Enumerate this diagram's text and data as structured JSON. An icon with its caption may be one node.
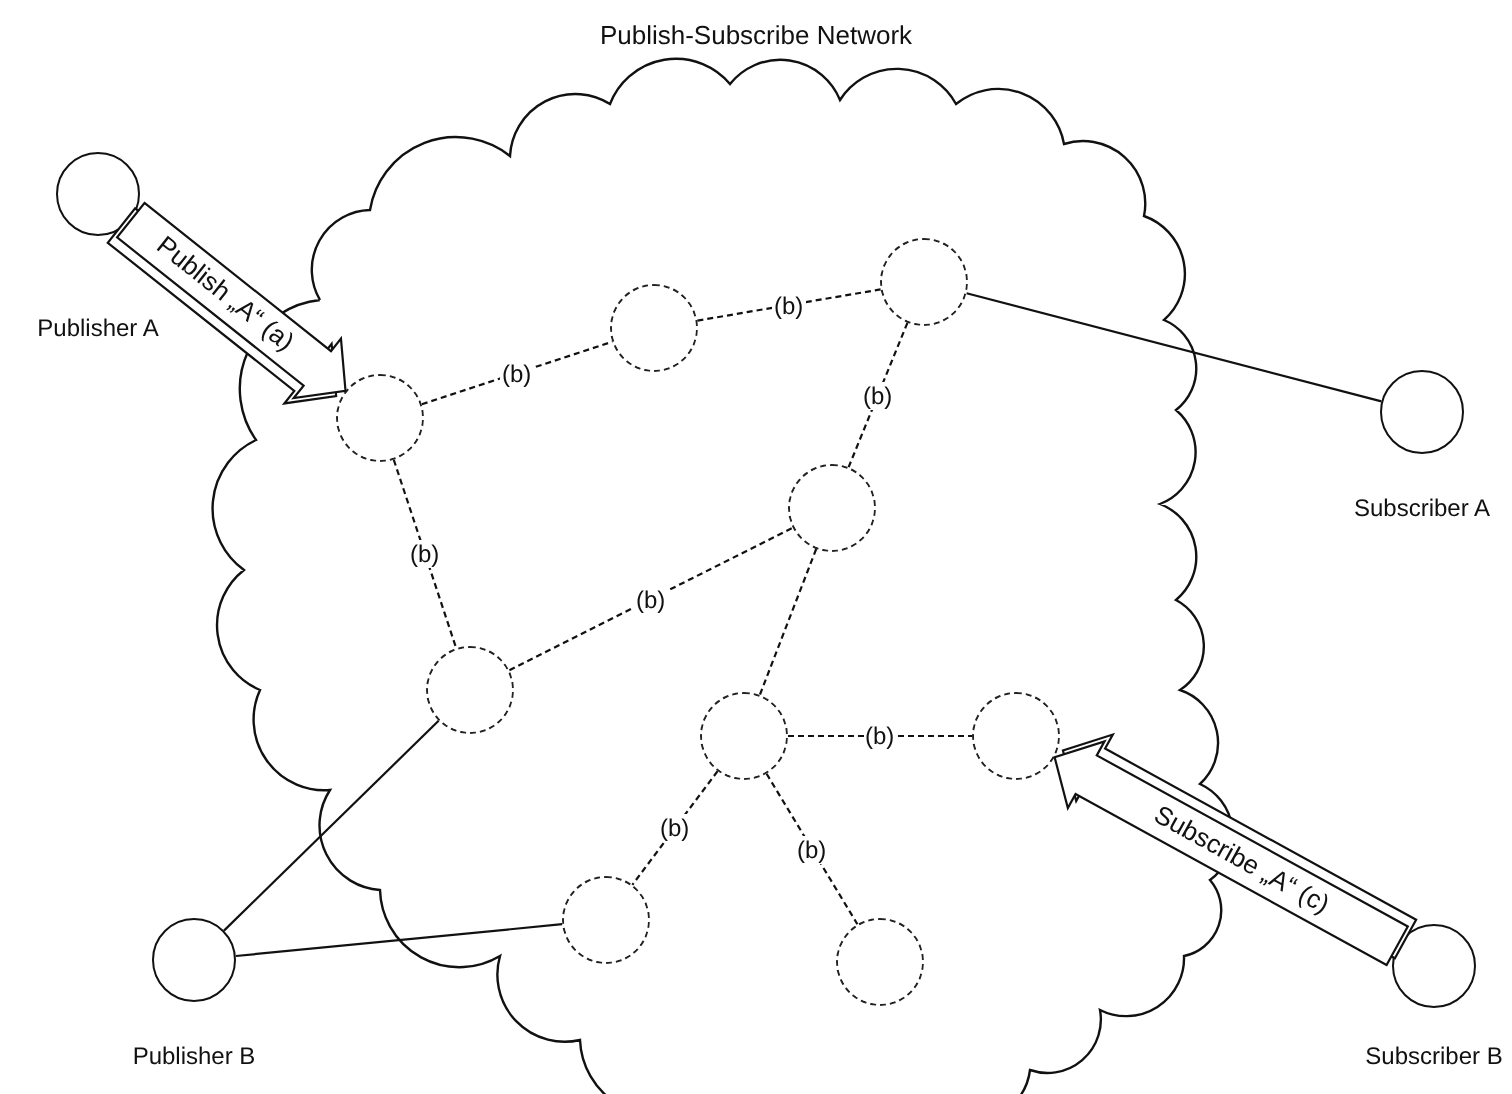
{
  "diagram": {
    "title": "Publish-Subscribe Network",
    "nodes": [
      {
        "text": [],
        "shape": "cloud"
      },
      {
        "text": [
          "Publisher A"
        ]
      },
      {
        "text": [
          "Subscriber A"
        ]
      },
      {
        "text": [
          "Publisher B"
        ]
      },
      {
        "text": [
          "Subscriber B"
        ]
      },
      {
        "text": [],
        "shape": "circle",
        "in": 0
      },
      {
        "text": [],
        "shape": "circle",
        "in": 0
      },
      {
        "text": [],
        "shape": "circle",
        "in": 0
      },
      {
        "text": [],
        "shape": "circle",
        "in": 0
      },
      {
        "text": [],
        "shape": "circle",
        "in": 0
      },
      {
        "text": [],
        "shape": "circle",
        "in": 0
      },
      {
        "text": [],
        "shape": "circle",
        "in": 0
      },
      {
        "text": [],
        "shape": "circle",
        "in": 0
      },
      {
        "text": [],
        "shape": "circle",
        "in": 0
      }
    ],
    "edges": [
      {
        "from": 1,
        "to": 5,
        "arrow": "to",
        "label": "Publish „A“ (a)",
        "style": "thick"
      },
      {
        "from": 5,
        "to": 6,
        "arrow": "none",
        "label": "(b)",
        "style": "dashed"
      },
      {
        "from": 6,
        "to": 7,
        "arrow": "none",
        "label": "(b)",
        "style": "dashed"
      },
      {
        "from": 7,
        "to": 8,
        "arrow": "none",
        "label": "(b)",
        "style": "dashed"
      },
      {
        "from": 5,
        "to": 9,
        "arrow": "none",
        "label": "(b)",
        "style": "dashed"
      },
      {
        "from": 9,
        "to": 8,
        "arrow": "none",
        "label": "(b)",
        "style": "dashed"
      },
      {
        "from": 8,
        "to": 10,
        "arrow": "none",
        "style": "dashed"
      },
      {
        "from": 10,
        "to": 11,
        "arrow": "none",
        "label": "(b)",
        "style": "dashed"
      },
      {
        "from": 10,
        "to": 12,
        "arrow": "none",
        "label": "(b)",
        "style": "dashed"
      },
      {
        "from": 10,
        "to": 13,
        "arrow": "none",
        "label": "(b)",
        "style": "dashed"
      },
      {
        "from": 7,
        "to": 2,
        "arrow": "none"
      },
      {
        "from": 9,
        "to": 3,
        "arrow": "none"
      },
      {
        "from": 12,
        "to": 3,
        "arrow": "none"
      },
      {
        "from": 4,
        "to": 11,
        "arrow": "to",
        "label": "Subscribe „A“ (c)",
        "style": "thick"
      }
    ]
  }
}
